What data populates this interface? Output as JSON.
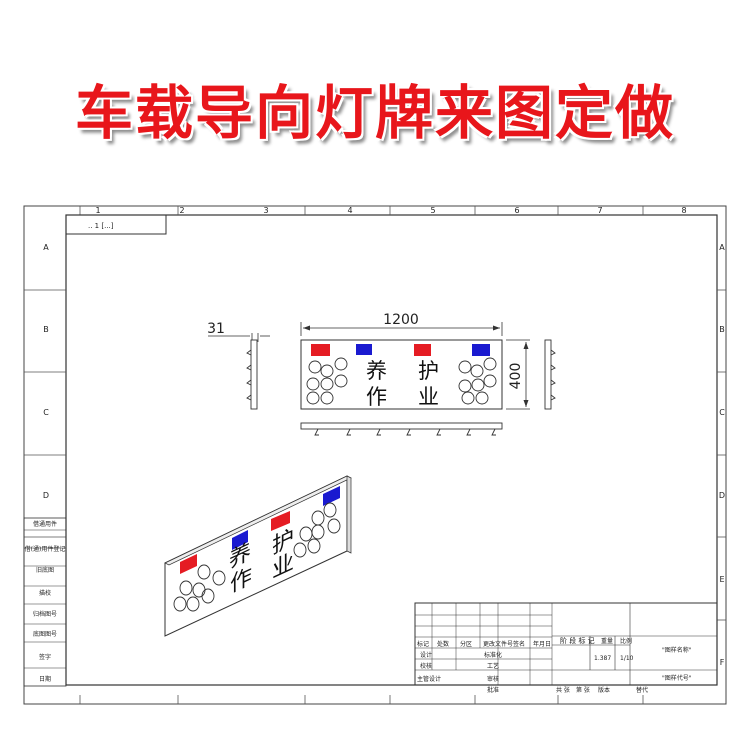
{
  "banner": {
    "title": "车载导向灯牌来图定做"
  },
  "frame": {
    "top_cols": [
      "1",
      "2",
      "3",
      "4",
      "5",
      "6",
      "7",
      "8"
    ],
    "side_rows": [
      "A",
      "B",
      "C",
      "D",
      "E",
      "F"
    ],
    "drawing_no_box": ".. 1  [...] "
  },
  "dims": {
    "width": "1200",
    "height": "400",
    "depth": "31"
  },
  "sign": {
    "chars_left": [
      "养",
      "作"
    ],
    "chars_right": [
      "护",
      "业"
    ],
    "colors": {
      "red": "#e51c23",
      "blue": "#1a1ad0"
    }
  },
  "left_table": [
    "借通用件",
    "借(通)用件登记",
    "旧底图",
    "描校",
    "归档图号",
    "底图图号",
    "签字",
    "日期"
  ],
  "title_block": {
    "rev_headers": [
      "标记",
      "处数",
      "分区",
      "更改文件号",
      "签名",
      "年月日"
    ],
    "rows": [
      [
        "设计",
        "",
        "标准化",
        ""
      ],
      [
        "校核",
        "",
        "工艺",
        ""
      ],
      [
        "主管设计",
        "",
        "审核",
        ""
      ],
      [
        "",
        "",
        "批准",
        ""
      ]
    ],
    "stage_label": "阶 段 标 记",
    "weight_label": "重量",
    "scale_label": "比例",
    "weight": "1.387",
    "scale": "1/10",
    "name_ph": "\"图样名称\"",
    "code_ph": "\"图样代号\"",
    "footer": [
      "共 张",
      "第 张",
      "版本",
      "替代"
    ]
  }
}
